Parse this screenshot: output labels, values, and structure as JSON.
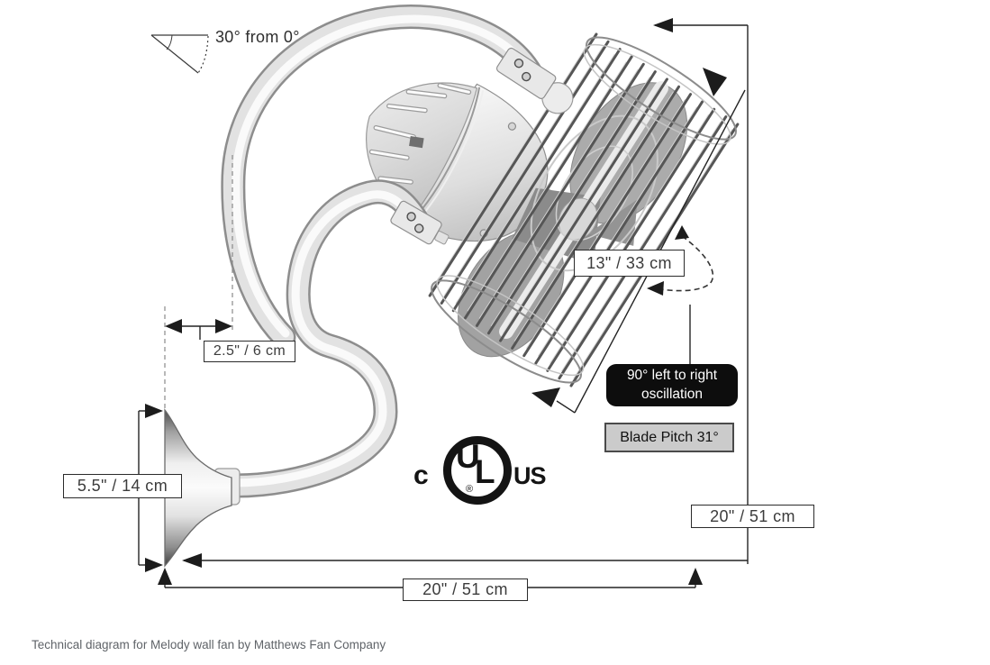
{
  "page": {
    "caption": "Technical diagram for Melody wall fan by Matthews Fan Company"
  },
  "labels": {
    "angle_note": "30° from 0°",
    "fan_diameter": "13\" / 33 cm",
    "arm_depth": "2.5\" / 6 cm",
    "bracket_height": "5.5\" / 14 cm",
    "overall_height": "20\" / 51 cm",
    "overall_width": "20\" / 51 cm"
  },
  "badges": {
    "oscillation_line1": "90° left to right",
    "oscillation_line2": "oscillation",
    "blade_pitch": "Blade Pitch 31°"
  },
  "certification": {
    "left": "c",
    "mark_u": "U",
    "mark_l": "L",
    "registered": "®",
    "right": "US"
  },
  "colors": {
    "badge_black": "#0d0d0d",
    "badge_gray_bg": "#cbcbcb",
    "badge_gray_border": "#4a4a4a",
    "line": "#2b2b2b",
    "caption_text": "#5f6368"
  }
}
